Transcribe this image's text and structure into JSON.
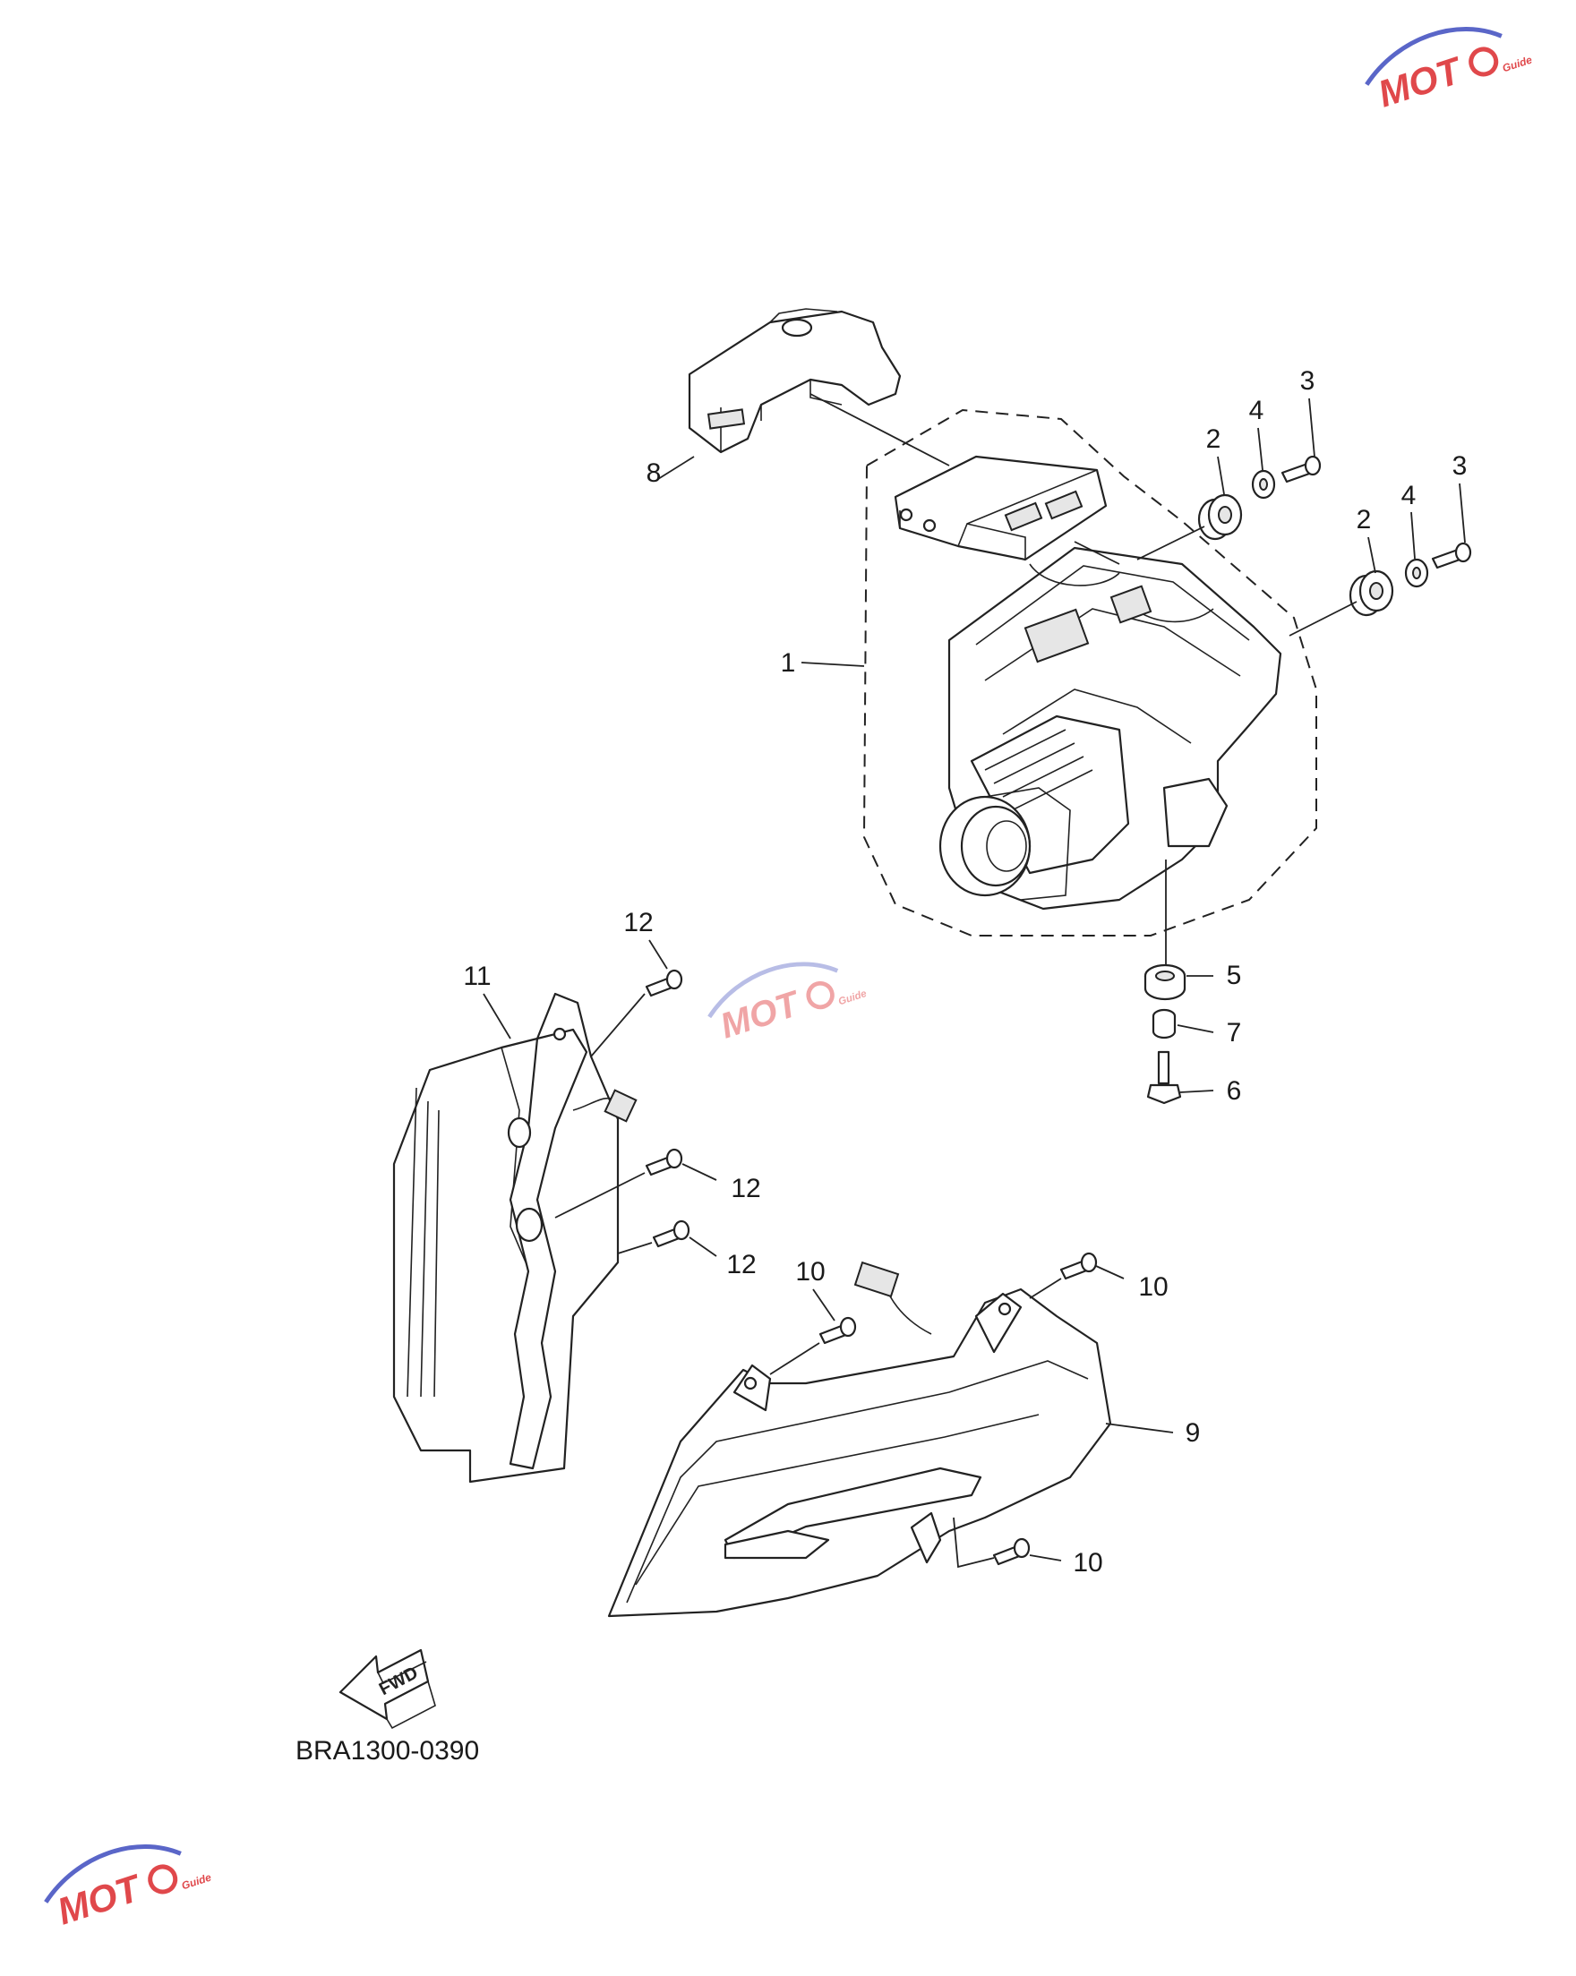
{
  "diagram": {
    "code": "BRA1300-0390",
    "fwd_label": "FWD",
    "watermark": "MOTO Guide",
    "colors": {
      "line": "#222222",
      "watermark_red": "#e0484b",
      "watermark_blue": "#5a66c8"
    },
    "callouts": [
      {
        "id": "c1",
        "label": "1"
      },
      {
        "id": "c2a",
        "label": "2"
      },
      {
        "id": "c2b",
        "label": "2"
      },
      {
        "id": "c3a",
        "label": "3"
      },
      {
        "id": "c3b",
        "label": "3"
      },
      {
        "id": "c4a",
        "label": "4"
      },
      {
        "id": "c4b",
        "label": "4"
      },
      {
        "id": "c5",
        "label": "5"
      },
      {
        "id": "c6",
        "label": "6"
      },
      {
        "id": "c7",
        "label": "7"
      },
      {
        "id": "c8",
        "label": "8"
      },
      {
        "id": "c9",
        "label": "9"
      },
      {
        "id": "c10a",
        "label": "10"
      },
      {
        "id": "c10b",
        "label": "10"
      },
      {
        "id": "c10c",
        "label": "10"
      },
      {
        "id": "c11",
        "label": "11"
      },
      {
        "id": "c12a",
        "label": "12"
      },
      {
        "id": "c12b",
        "label": "12"
      },
      {
        "id": "c12c",
        "label": "12"
      }
    ]
  }
}
